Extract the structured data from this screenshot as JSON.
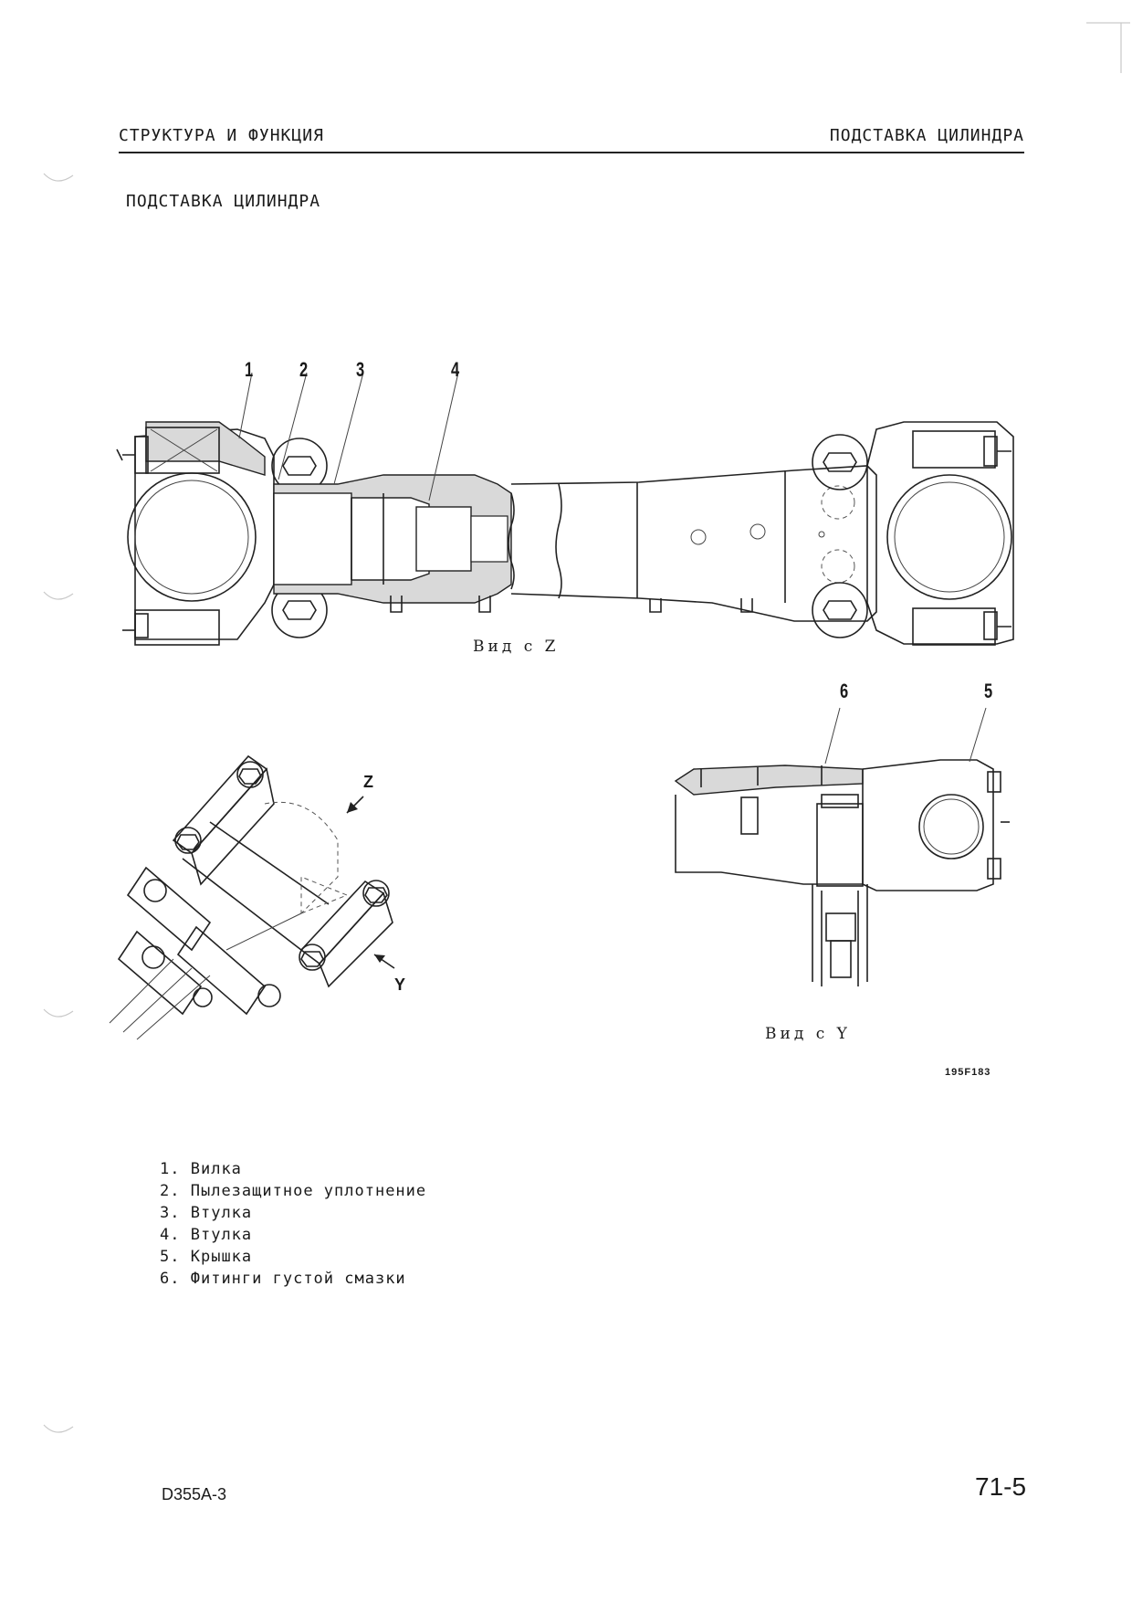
{
  "header": {
    "left": "СТРУКТУРА И ФУНКЦИЯ",
    "right": "ПОДСТАВКА ЦИЛИНДРА"
  },
  "section_title": "ПОДСТАВКА ЦИЛИНДРА",
  "figure": {
    "callouts_top": [
      "1",
      "2",
      "3",
      "4"
    ],
    "callouts_right": [
      "6",
      "5"
    ],
    "view_z_caption": "Вид с Z",
    "view_y_caption": "Вид с Y",
    "arrow_z": "Z",
    "arrow_y": "Y",
    "code": "195F183"
  },
  "legend": [
    {
      "num": "1.",
      "text": "Вилка"
    },
    {
      "num": "2.",
      "text": "Пылезащитное уплотнение"
    },
    {
      "num": "3.",
      "text": "Втулка"
    },
    {
      "num": "4.",
      "text": "Втулка"
    },
    {
      "num": "5.",
      "text": "Крышка"
    },
    {
      "num": "6.",
      "text": "Фитинги густой смазки"
    }
  ],
  "footer": {
    "model": "D355A-3",
    "page": "71-5"
  }
}
